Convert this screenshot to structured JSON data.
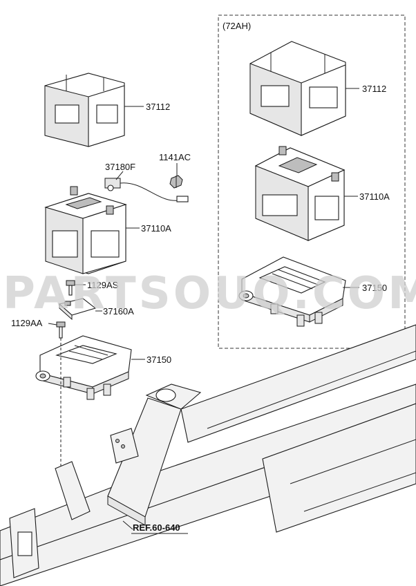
{
  "variant_box": {
    "title": "(72AH)"
  },
  "callouts": {
    "tray_left": "37112",
    "cable": "37180F",
    "nut": "1141AC",
    "battery_left": "37110A",
    "bolt_top": "1129AS",
    "bracket": "37160A",
    "bolt_left": "1129AA",
    "carrier_left": "37150",
    "tray_right": "37112",
    "battery_right": "37110A",
    "carrier_right": "37150"
  },
  "reference": {
    "label": "REF.60-640"
  },
  "watermark": {
    "text": "PARTSOUQ.COM"
  }
}
